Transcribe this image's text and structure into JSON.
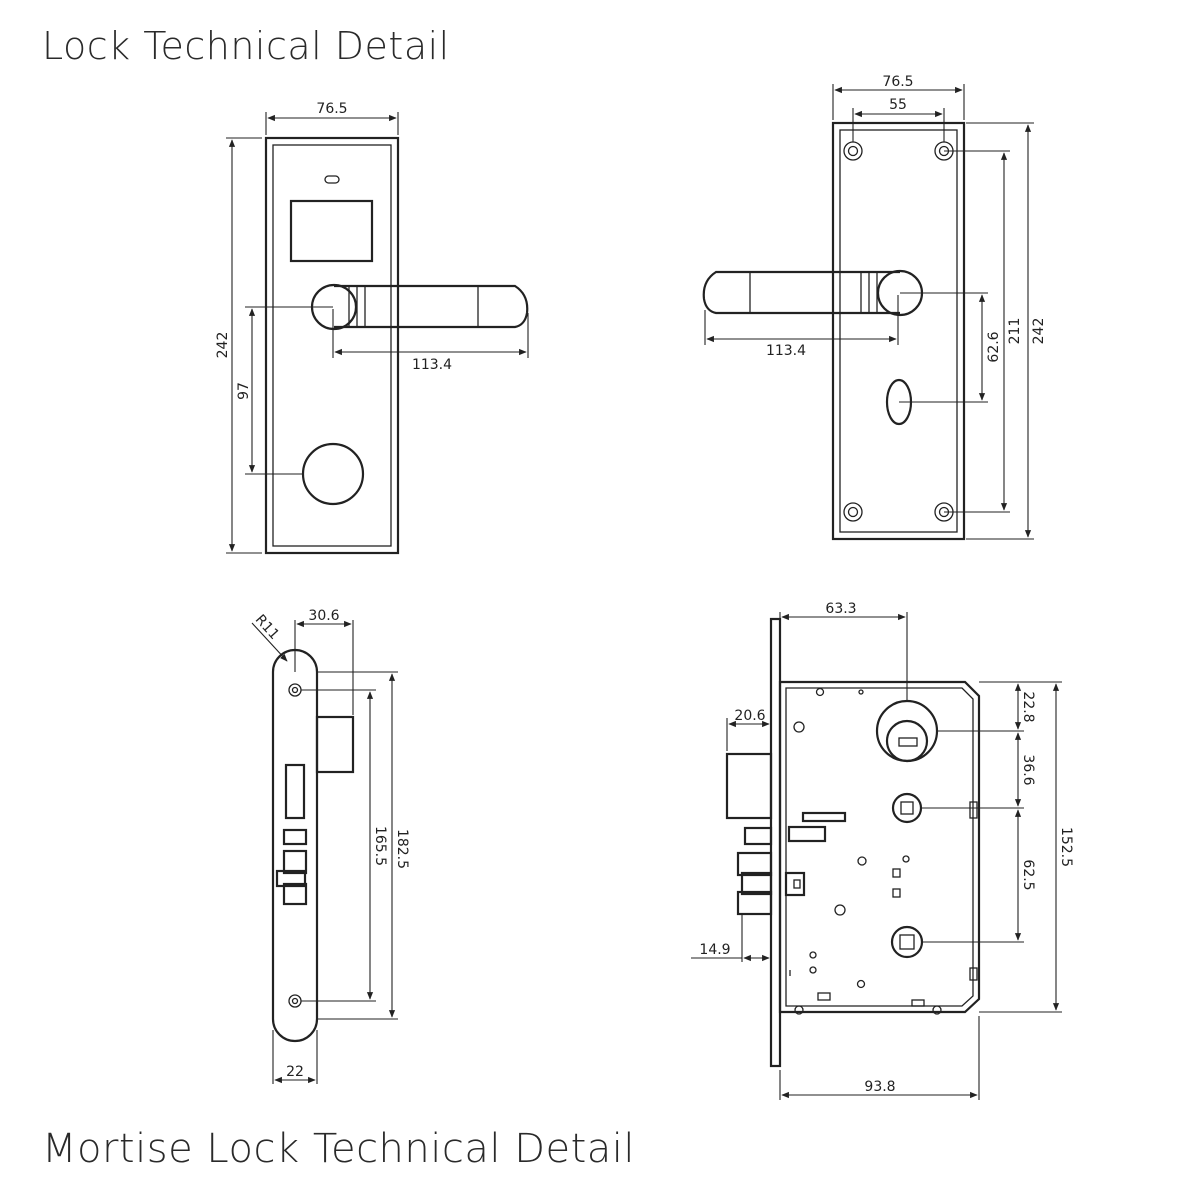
{
  "titles": {
    "lock": "Lock Technical Detail",
    "mortise": "Mortise Lock Technical Detail"
  },
  "front_view": {
    "width": "76.5",
    "height": "242",
    "handle_length": "113.4",
    "handle_to_reader": "97"
  },
  "back_view": {
    "width": "76.5",
    "screw_spacing": "55",
    "handle_length": "113.4",
    "handle_to_thumbturn": "62.6",
    "screw_vertical": "211",
    "height": "242"
  },
  "mortise_side": {
    "radius": "R11",
    "bolt_projection": "30.6",
    "screw_spacing": "165.5",
    "faceplate_length": "182.5",
    "faceplate_width": "22"
  },
  "mortise_body": {
    "backset": "63.3",
    "deadbolt_projection": "20.6",
    "latch_projection": "14.9",
    "top_to_cylinder": "22.8",
    "cylinder_to_spindle": "36.6",
    "spindle_to_spindle": "62.5",
    "case_height": "152.5",
    "case_depth": "93.8"
  }
}
